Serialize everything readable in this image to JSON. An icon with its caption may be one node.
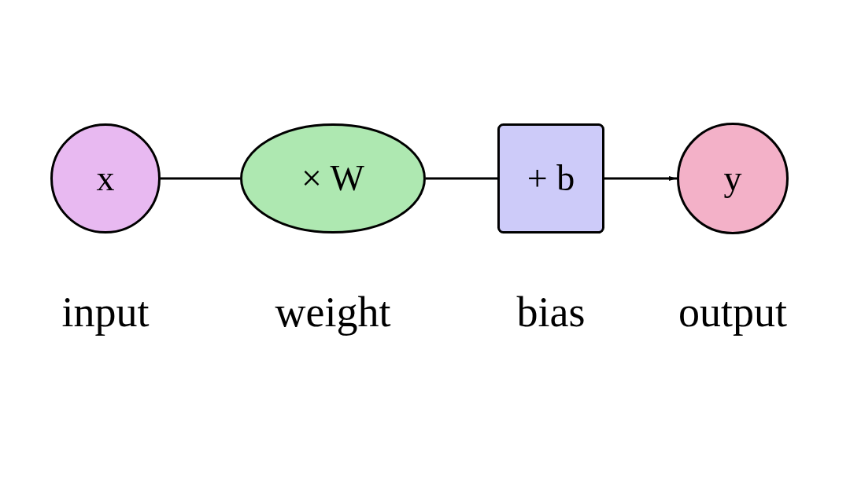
{
  "diagram": {
    "nodes": [
      {
        "text": [
          "x"
        ],
        "beside": [
          "input"
        ]
      },
      {
        "text": [
          "× W"
        ],
        "beside": [
          "weight"
        ]
      },
      {
        "text": [
          "+ b"
        ],
        "beside": [
          "bias"
        ]
      },
      {
        "text": [
          "y"
        ],
        "beside": [
          "output"
        ]
      }
    ],
    "edges": [
      {
        "from": 0,
        "to": 1,
        "arrow": "none"
      },
      {
        "from": 1,
        "to": 2,
        "arrow": "none"
      },
      {
        "from": 2,
        "to": 3,
        "arrow": "to"
      }
    ]
  }
}
